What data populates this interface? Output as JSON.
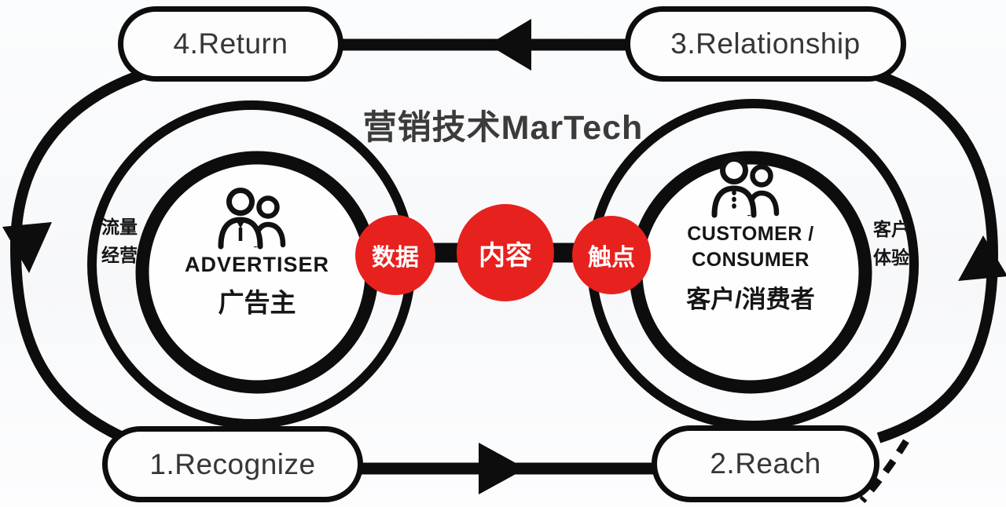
{
  "title": "营销技术MarTech",
  "colors": {
    "accent_red": "#e7211e",
    "line_black": "#0d0d0d",
    "pill_text": "#363636",
    "background": "#fafbfc"
  },
  "stages": {
    "step1": "1.Recognize",
    "step2": "2.Reach",
    "step3": "3.Relationship",
    "step4": "4.Return"
  },
  "entities": {
    "left": {
      "icon": "people-icon",
      "name_en": "ADVERTISER",
      "name_zh": "广告主"
    },
    "right": {
      "icon": "people-icon",
      "name_en": "CUSTOMER /\nCONSUMER",
      "name_zh": "客户/消费者"
    }
  },
  "middle_nodes": [
    {
      "label": "数据"
    },
    {
      "label": "内容"
    },
    {
      "label": "触点"
    }
  ],
  "side_labels": {
    "left": "流量\n经营",
    "right": "客户\n体验"
  }
}
